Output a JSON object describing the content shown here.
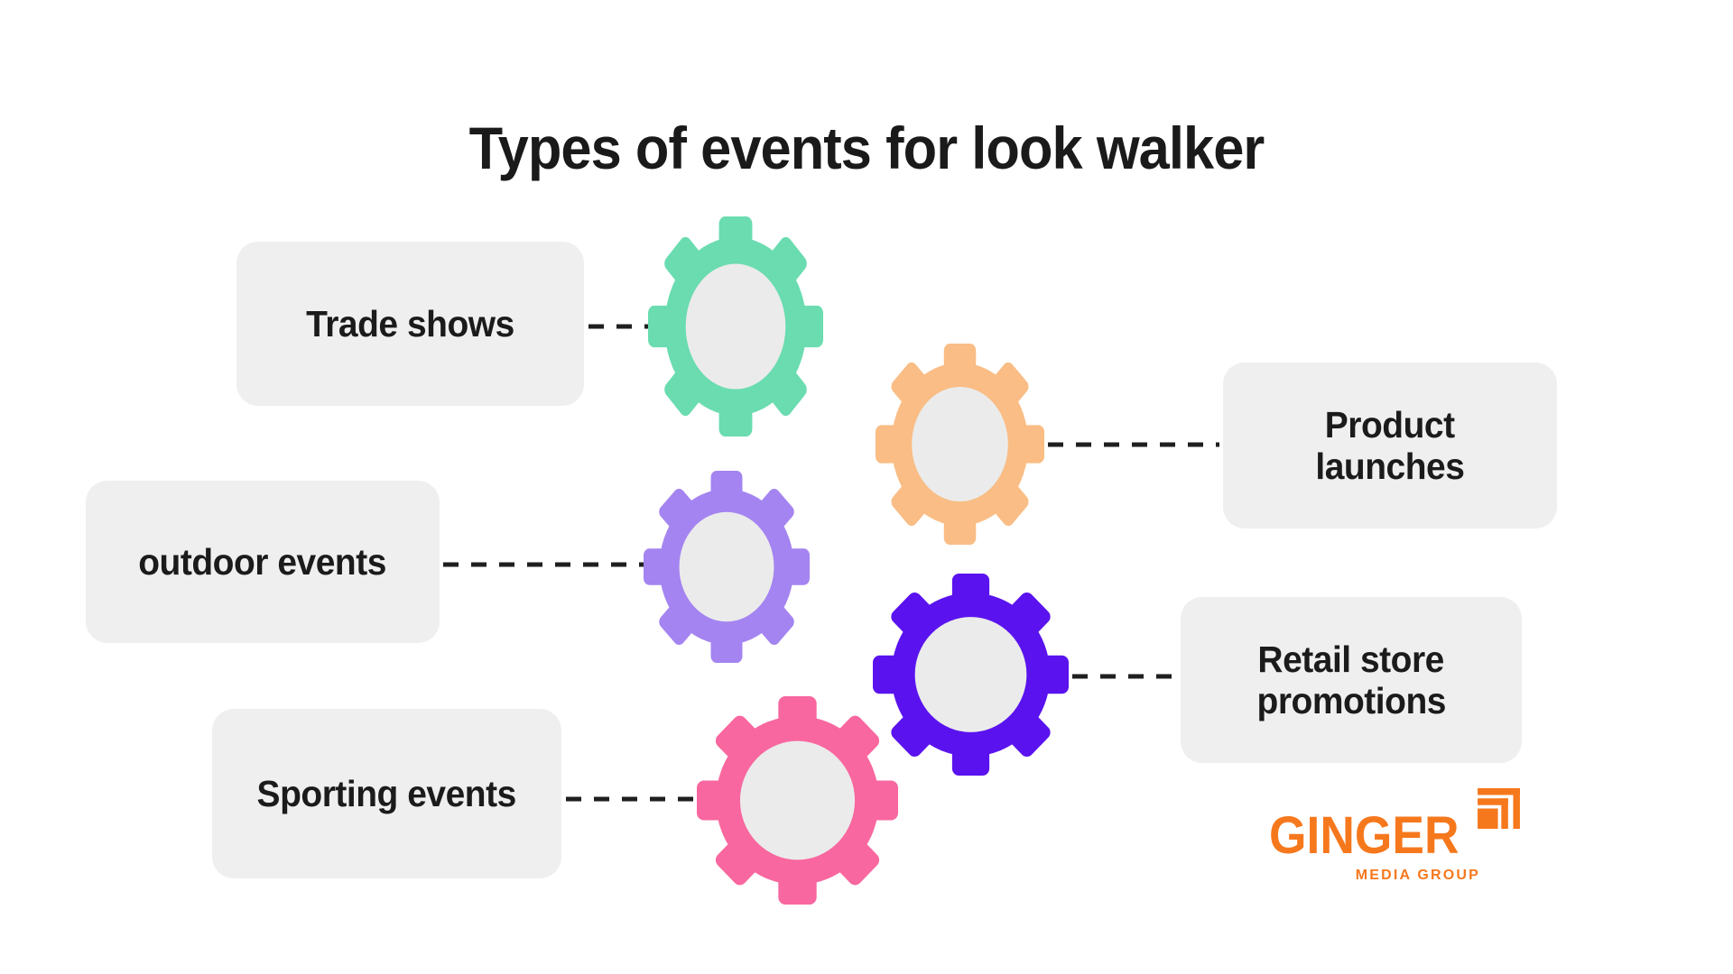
{
  "title": "Types of events for look walker",
  "items": [
    {
      "id": "trade-shows",
      "label": "Trade shows",
      "lines": [
        "Trade shows"
      ],
      "gear_color": "#6adcb0"
    },
    {
      "id": "product-launches",
      "label": "Product launches",
      "lines": [
        "Product",
        "launches"
      ],
      "gear_color": "#f9bd85"
    },
    {
      "id": "outdoor-events",
      "label": "outdoor events",
      "lines": [
        "outdoor events"
      ],
      "gear_color": "#a484f0"
    },
    {
      "id": "retail-store-promotions",
      "label": "Retail store promotions",
      "lines": [
        "Retail store",
        "promotions"
      ],
      "gear_color": "#5a13ee"
    },
    {
      "id": "sporting-events",
      "label": "Sporting events",
      "lines": [
        "Sporting events"
      ],
      "gear_color": "#f8679f"
    }
  ],
  "logo": {
    "name": "GINGER",
    "subtitle": "MEDIA GROUP",
    "color": "#f6781d"
  },
  "colors": {
    "background": "#ffffff",
    "box_fill": "#efefef",
    "label_text": "#1b1b1b",
    "title_text": "#1a1a1a",
    "connector": "#1f1f1f",
    "gear_inner": "#ebebeb"
  }
}
